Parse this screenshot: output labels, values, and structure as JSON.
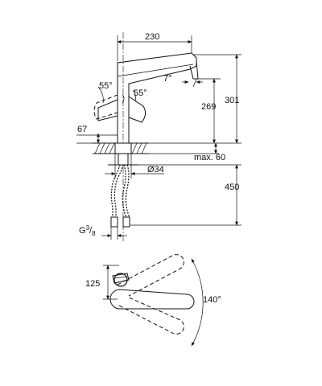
{
  "dimensions": {
    "spout_reach": "230",
    "spout_tilt_angle": "7°",
    "lever_angle_left": "55°",
    "lever_angle_right": "55°",
    "spout_height": "269",
    "total_height": "301",
    "lever_offset": "67",
    "max_deck_thickness": "max. 60",
    "hole_diameter": "Ø34",
    "hose_length": "450",
    "connection_thread": "G",
    "connection_thread_num": "3",
    "connection_thread_den": "8",
    "plan_offset": "125",
    "swivel_angle": "140°"
  }
}
